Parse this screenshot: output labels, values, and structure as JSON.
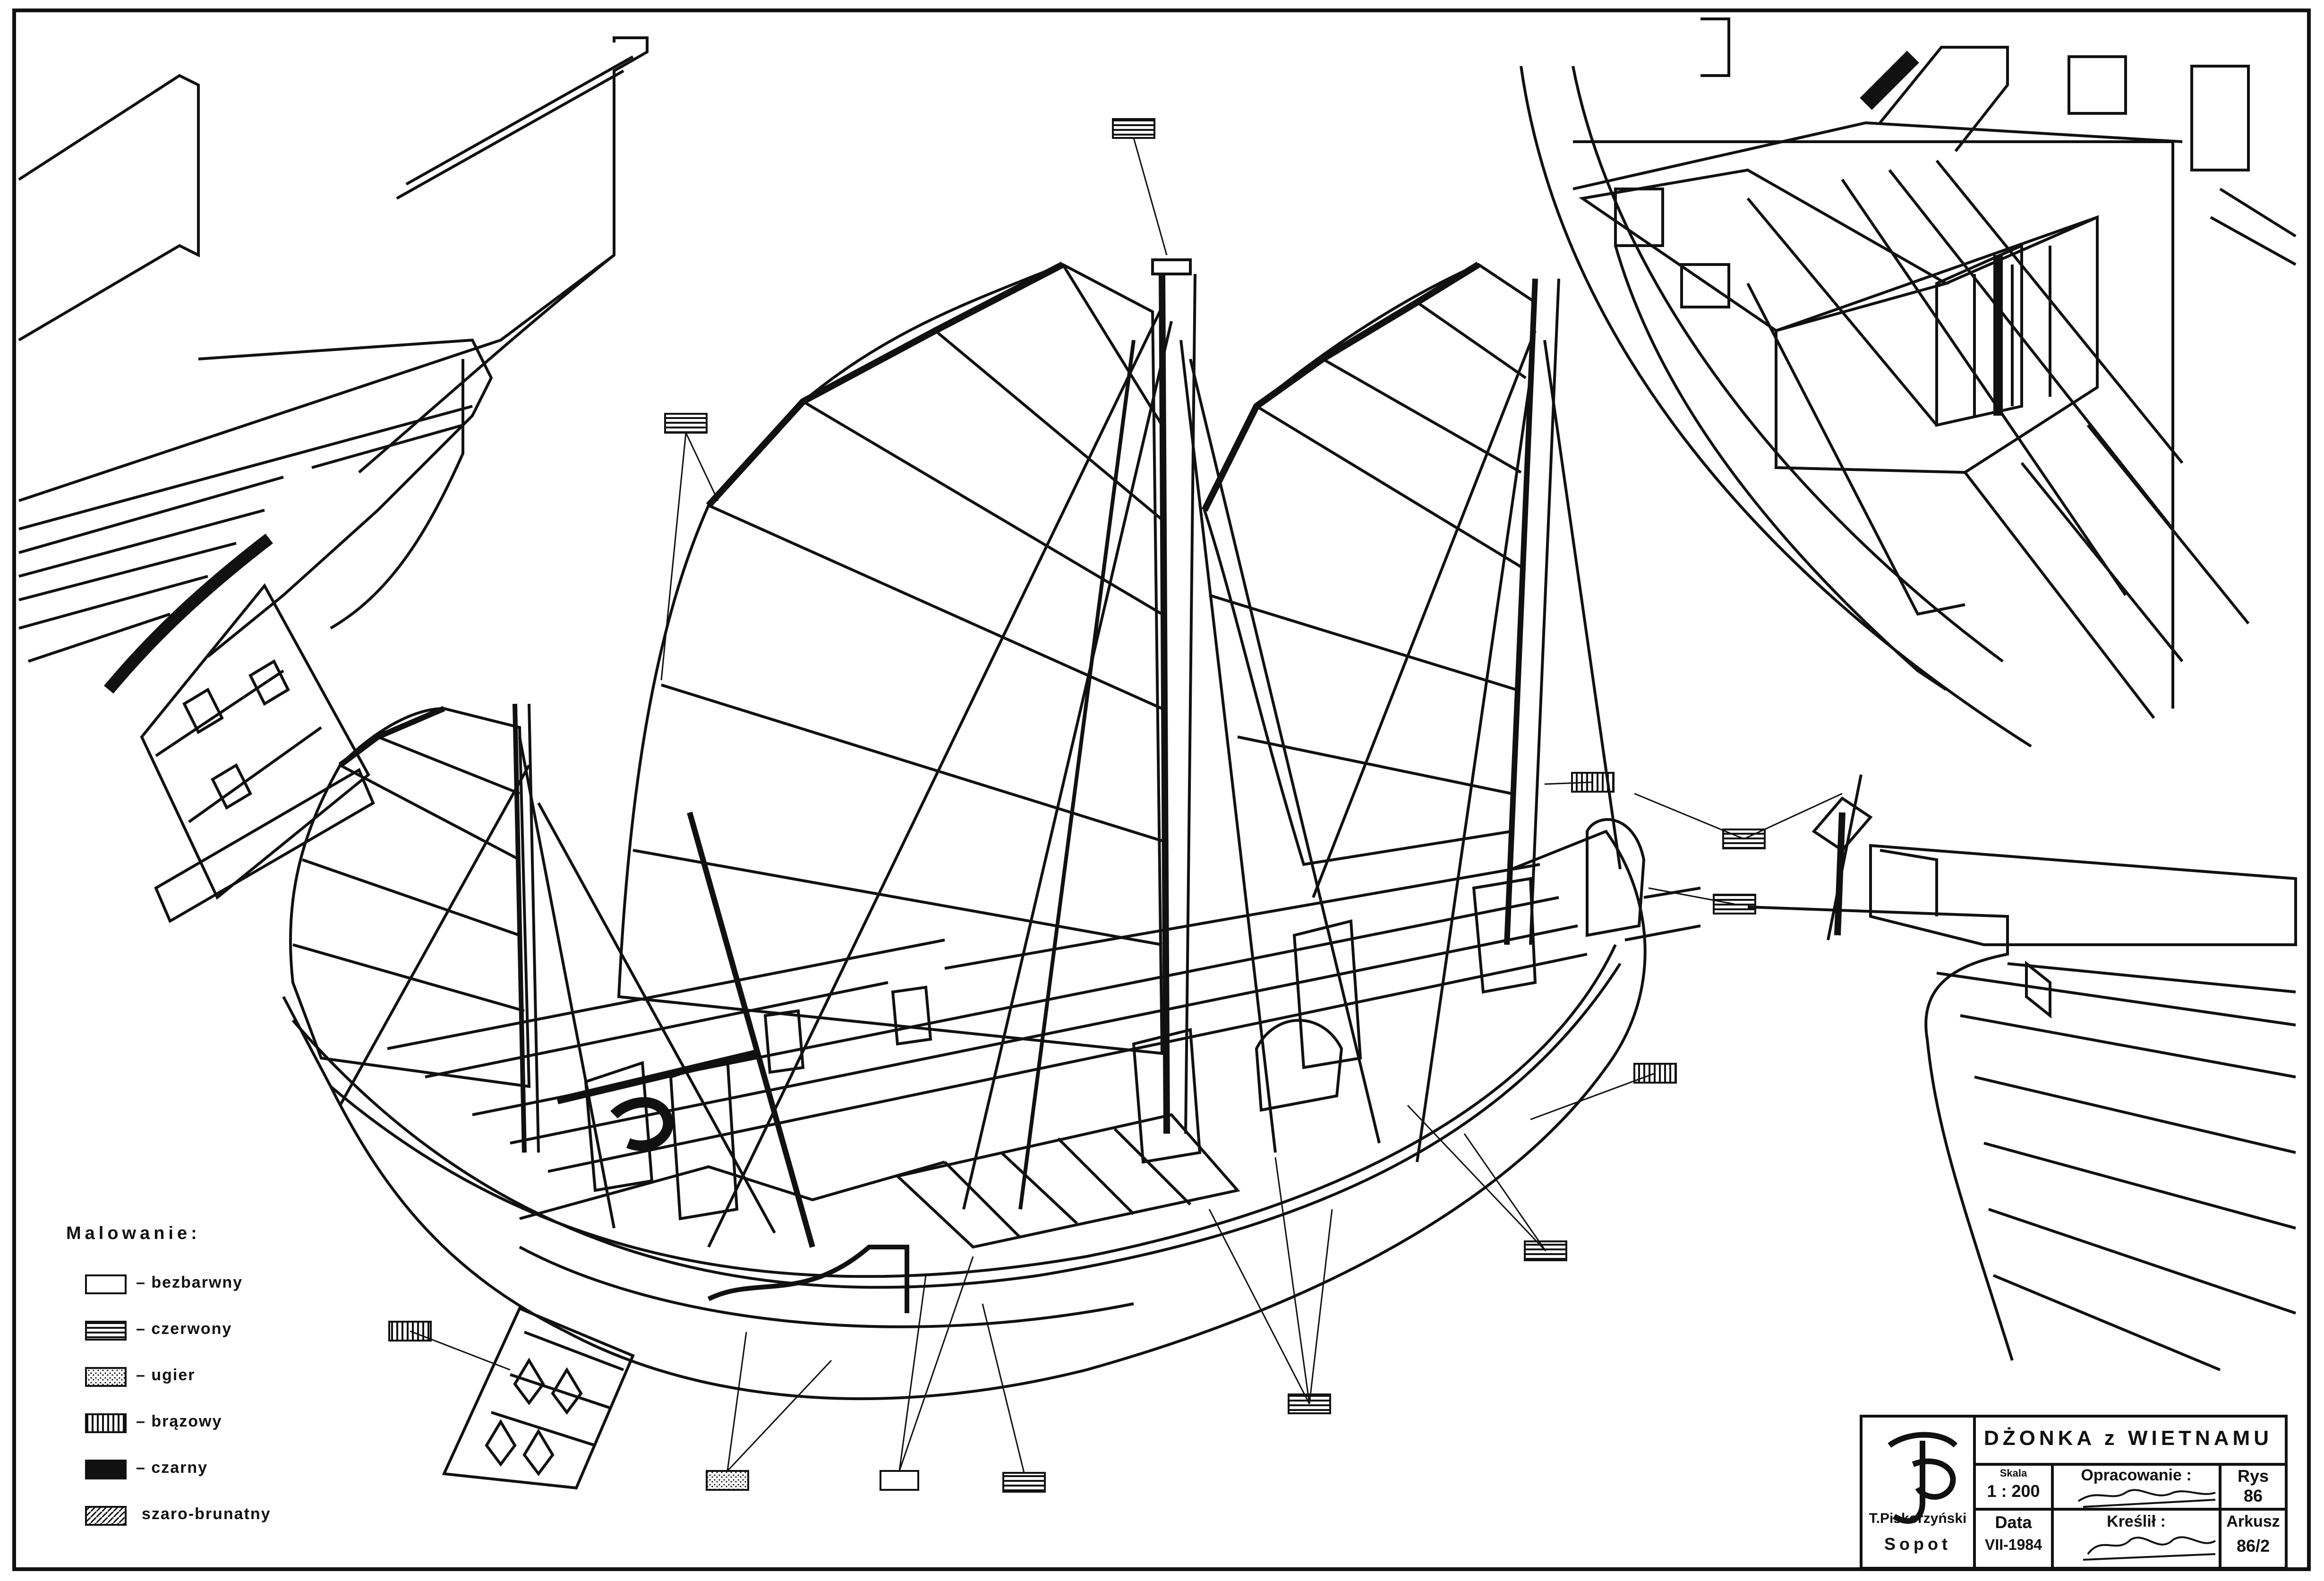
{
  "legend": {
    "title": "Malowanie:",
    "items": [
      {
        "label": "– bezbarwny",
        "pattern": "blank"
      },
      {
        "label": "– czerwony",
        "pattern": "hlines"
      },
      {
        "label": "– ugier",
        "pattern": "dots"
      },
      {
        "label": "– brązowy",
        "pattern": "vlines"
      },
      {
        "label": "– czarny",
        "pattern": "solid"
      },
      {
        "label": "szaro-brunatny",
        "pattern": "diag"
      }
    ]
  },
  "title_block": {
    "title": "DŻONKA z WIETNAMU",
    "author": "T.Piskorzyński",
    "city": "Sopot",
    "scale_label": "Skala",
    "scale": "1 : 200",
    "prepared_label": "Opracowanie :",
    "drawn_label": "Kreślił :",
    "date_label": "Data",
    "date": "VII-1984",
    "plate_label": "Rys",
    "plate": "86",
    "sheet_label": "Arkusz",
    "sheet": "86/2"
  },
  "colors": {
    "ink": "#111111",
    "paper": "#ffffff"
  }
}
